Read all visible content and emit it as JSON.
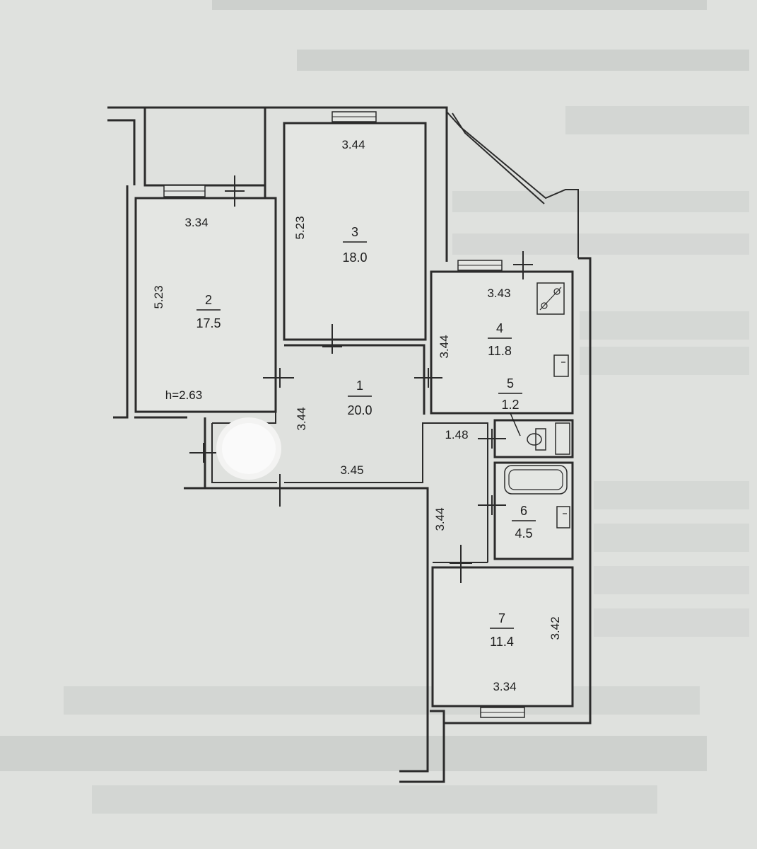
{
  "rooms": [
    {
      "id": "1",
      "area": "20.0"
    },
    {
      "id": "2",
      "area": "17.5"
    },
    {
      "id": "3",
      "area": "18.0"
    },
    {
      "id": "4",
      "area": "11.8"
    },
    {
      "id": "5",
      "area": "1.2"
    },
    {
      "id": "6",
      "area": "4.5"
    },
    {
      "id": "7",
      "area": "11.4"
    }
  ],
  "dimensions": {
    "room2_width": "3.34",
    "room2_length": "5.23",
    "room3_width": "3.44",
    "room3_length": "5.23",
    "room4_width": "3.43",
    "room4_length": "3.44",
    "hall_width": "3.45",
    "hall_length": "3.44",
    "corridor_length": "3.44",
    "bath_width": "1.48",
    "room7_width": "3.34",
    "room7_length": "3.42"
  },
  "ceiling_height": "h=2.63",
  "icons": {
    "stove": "stove-icon",
    "toilet": "toilet-icon",
    "bathtub": "bathtub-icon",
    "sink": "sink-icon",
    "privacy_blur": "blurred-circle-icon"
  },
  "colors": {
    "paper": "#dfe1de",
    "ink": "#2b2b2b"
  }
}
